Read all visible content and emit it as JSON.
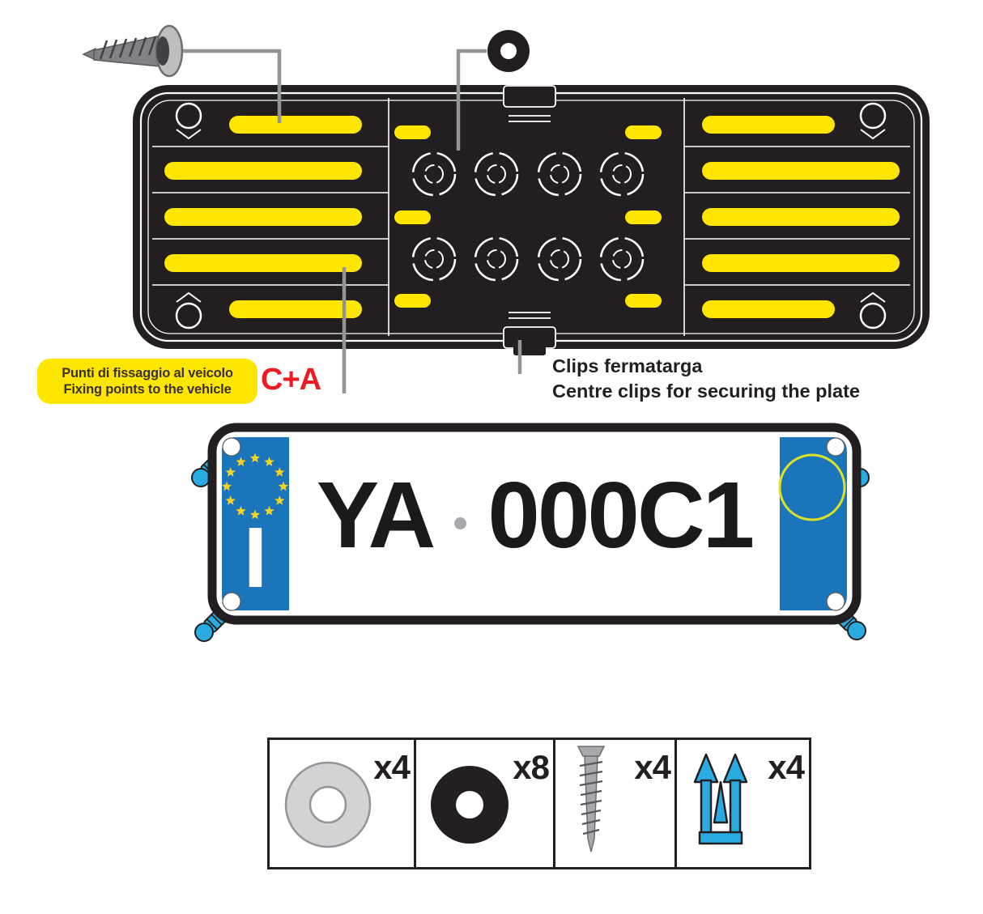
{
  "colors": {
    "slot_yellow": "#FFE600",
    "frame_black": "#231F20",
    "band_blue": "#1B75BB",
    "rivet_blue": "#29ABE2",
    "accent_red": "#ED1C24",
    "callout_line_gray": "#939598",
    "star_yellow": "#F6D225"
  },
  "callout_fixing": {
    "line1": "Punti di fissaggio al veicolo",
    "line2": "Fixing points to the vehicle",
    "code": "C+A"
  },
  "callout_clips": {
    "line1": "Clips fermatarga",
    "line2": "Centre clips for securing the plate"
  },
  "plate": {
    "country_letter": "I",
    "reg_left": "YA",
    "reg_right": "000C1"
  },
  "parts": [
    {
      "name": "washer",
      "qty": "x4"
    },
    {
      "name": "rubber-grommet",
      "qty": "x8"
    },
    {
      "name": "screw",
      "qty": "x4"
    },
    {
      "name": "expansion-clip",
      "qty": "x4"
    }
  ]
}
